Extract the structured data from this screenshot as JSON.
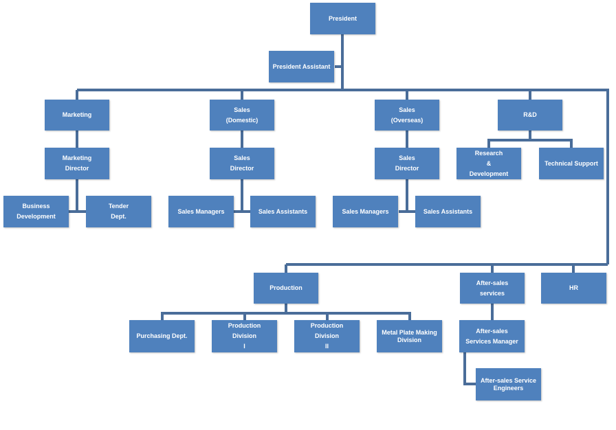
{
  "org": {
    "president": [
      "President"
    ],
    "president_assistant": [
      "President Assistant"
    ],
    "marketing": [
      "Marketing"
    ],
    "sales_domestic": [
      "Sales",
      "(Domestic)"
    ],
    "sales_overseas": [
      "Sales",
      "(Overseas)"
    ],
    "rnd": [
      "R&D"
    ],
    "marketing_director": [
      "Marketing",
      "Director"
    ],
    "sales_domestic_director": [
      "Sales",
      "Director"
    ],
    "sales_overseas_director": [
      "Sales",
      "Director"
    ],
    "research_development": [
      "Research",
      "&",
      "Development"
    ],
    "technical_support": [
      "Technical Support"
    ],
    "business_development": [
      "Business",
      "Development"
    ],
    "tender_dept": [
      "Tender",
      "Dept."
    ],
    "sales_managers_domestic": [
      "Sales Managers"
    ],
    "sales_assistants_domestic": [
      "Sales Assistants"
    ],
    "sales_managers_overseas": [
      "Sales Managers"
    ],
    "sales_assistants_overseas": [
      "Sales Assistants"
    ],
    "production": [
      "Production"
    ],
    "after_sales_services": [
      "After-sales",
      "services"
    ],
    "hr": [
      "HR"
    ],
    "purchasing_dept": [
      "Purchasing Dept."
    ],
    "production_division_1": [
      "Production",
      "Division",
      "I"
    ],
    "production_division_2": [
      "Production",
      "Division",
      "II"
    ],
    "metal_plate_division": [
      "Metal Plate  Making",
      "Division"
    ],
    "after_sales_manager": [
      "After-sales",
      "Services Manager"
    ],
    "after_sales_engineers": [
      "After-sales Service",
      "Engineers"
    ]
  },
  "colors": {
    "box": "#4f81bd",
    "line": "#4a6d99",
    "text": "#ffffff"
  }
}
